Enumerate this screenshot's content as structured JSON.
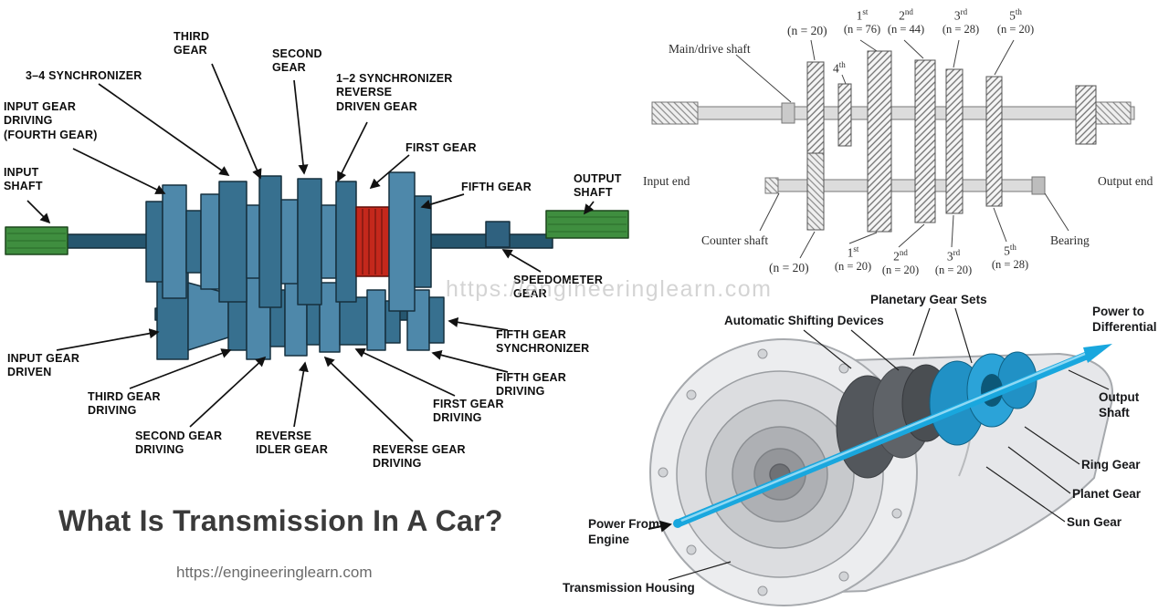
{
  "page": {
    "title": "What Is Transmission In A Car?",
    "site_url": "https://engineeringlearn.com",
    "watermark": "https://engineeringlearn.com"
  },
  "colors": {
    "gear_blue": "#4E88AA",
    "gear_blue_dark": "#37708F",
    "shaft_green": "#3F8E3F",
    "reverse_gear_red": "#C4281C",
    "schematic_gray": "#DCDCDC",
    "power_flow_blue": "#19A7DE"
  },
  "manual_transmission": {
    "title": "Manual transmission cutaway diagram",
    "labels": {
      "third_gear": "THIRD\nGEAR",
      "synchronizer_3_4": "3–4 SYNCHRONIZER",
      "second_gear": "SECOND\nGEAR",
      "synchronizer_1_2": "1–2 SYNCHRONIZER\nREVERSE\nDRIVEN GEAR",
      "input_gear_driving": "INPUT GEAR\nDRIVING\n(FOURTH GEAR)",
      "first_gear": "FIRST GEAR",
      "input_shaft": "INPUT\nSHAFT",
      "fifth_gear": "FIFTH GEAR",
      "output_shaft": "OUTPUT\nSHAFT",
      "speedometer_gear": "SPEEDOMETER\nGEAR",
      "fifth_gear_synchronizer": "FIFTH GEAR\nSYNCHRONIZER",
      "fifth_gear_driving": "FIFTH GEAR\nDRIVING",
      "input_gear_driven": "INPUT GEAR\nDRIVEN",
      "third_gear_driving": "THIRD GEAR\nDRIVING",
      "second_gear_driving": "SECOND GEAR\nDRIVING",
      "reverse_idler_gear": "REVERSE\nIDLER GEAR",
      "first_gear_driving": "FIRST GEAR\nDRIVING",
      "reverse_gear_driving": "REVERSE GEAR\nDRIVING"
    }
  },
  "gear_train": {
    "title": "Gear train schematic",
    "labels": {
      "main_drive_shaft": "Main/drive shaft",
      "input_end": "Input end",
      "output_end": "Output end",
      "counter_shaft": "Counter shaft",
      "bearing": "Bearing"
    },
    "fourth_gear": {
      "num": "4",
      "suf": "th"
    },
    "top_gears": [
      {
        "num": "",
        "suf": "",
        "count": "(n = 20)"
      },
      {
        "num": "1",
        "suf": "st",
        "count": "(n = 76)"
      },
      {
        "num": "2",
        "suf": "nd",
        "count": "(n = 44)"
      },
      {
        "num": "3",
        "suf": "rd",
        "count": "(n = 28)"
      },
      {
        "num": "5",
        "suf": "th",
        "count": "(n = 20)"
      }
    ],
    "bottom_gears": [
      {
        "num": "",
        "suf": "",
        "count": "(n = 20)"
      },
      {
        "num": "1",
        "suf": "st",
        "count": "(n = 20)"
      },
      {
        "num": "2",
        "suf": "nd",
        "count": "(n = 20)"
      },
      {
        "num": "3",
        "suf": "rd",
        "count": "(n = 20)"
      },
      {
        "num": "5",
        "suf": "th",
        "count": "(n = 28)"
      }
    ]
  },
  "automatic_transmission": {
    "title": "Automatic transmission cutaway",
    "labels": {
      "planetary_gear_sets": "Planetary Gear Sets",
      "automatic_shifting_devices": "Automatic Shifting Devices",
      "power_to_differential": "Power to\nDifferential",
      "output_shaft": "Output\nShaft",
      "ring_gear": "Ring Gear",
      "planet_gear": "Planet Gear",
      "sun_gear": "Sun Gear",
      "power_from_engine": "Power From\nEngine",
      "transmission_housing": "Transmission Housing"
    }
  }
}
